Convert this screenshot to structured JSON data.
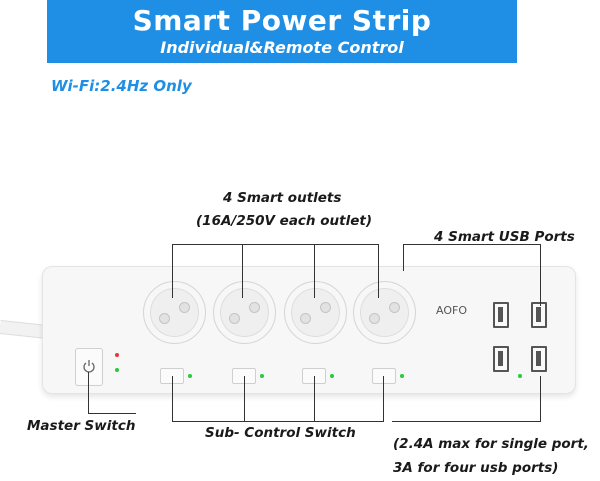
{
  "banner": {
    "title": "Smart Power Strip",
    "subtitle": "Individual&Remote Control"
  },
  "wifi_note": "Wi-Fi:2.4Hz Only",
  "labels": {
    "outlets_title": "4 Smart outlets",
    "outlets_spec": "(16A/250V each outlet)",
    "usb_ports": "4 Smart USB Ports",
    "master_switch": "Master Switch",
    "sub_control": "Sub- Control Switch",
    "usb_spec_line1": "(2.4A max for single port,",
    "usb_spec_line2": "3A for four usb ports)"
  },
  "device": {
    "brand": "AOFO"
  },
  "colors": {
    "banner": "#1e8fe4",
    "led_green": "#27c93f",
    "led_red": "#e53935"
  },
  "icons": {
    "master": "power-icon"
  }
}
